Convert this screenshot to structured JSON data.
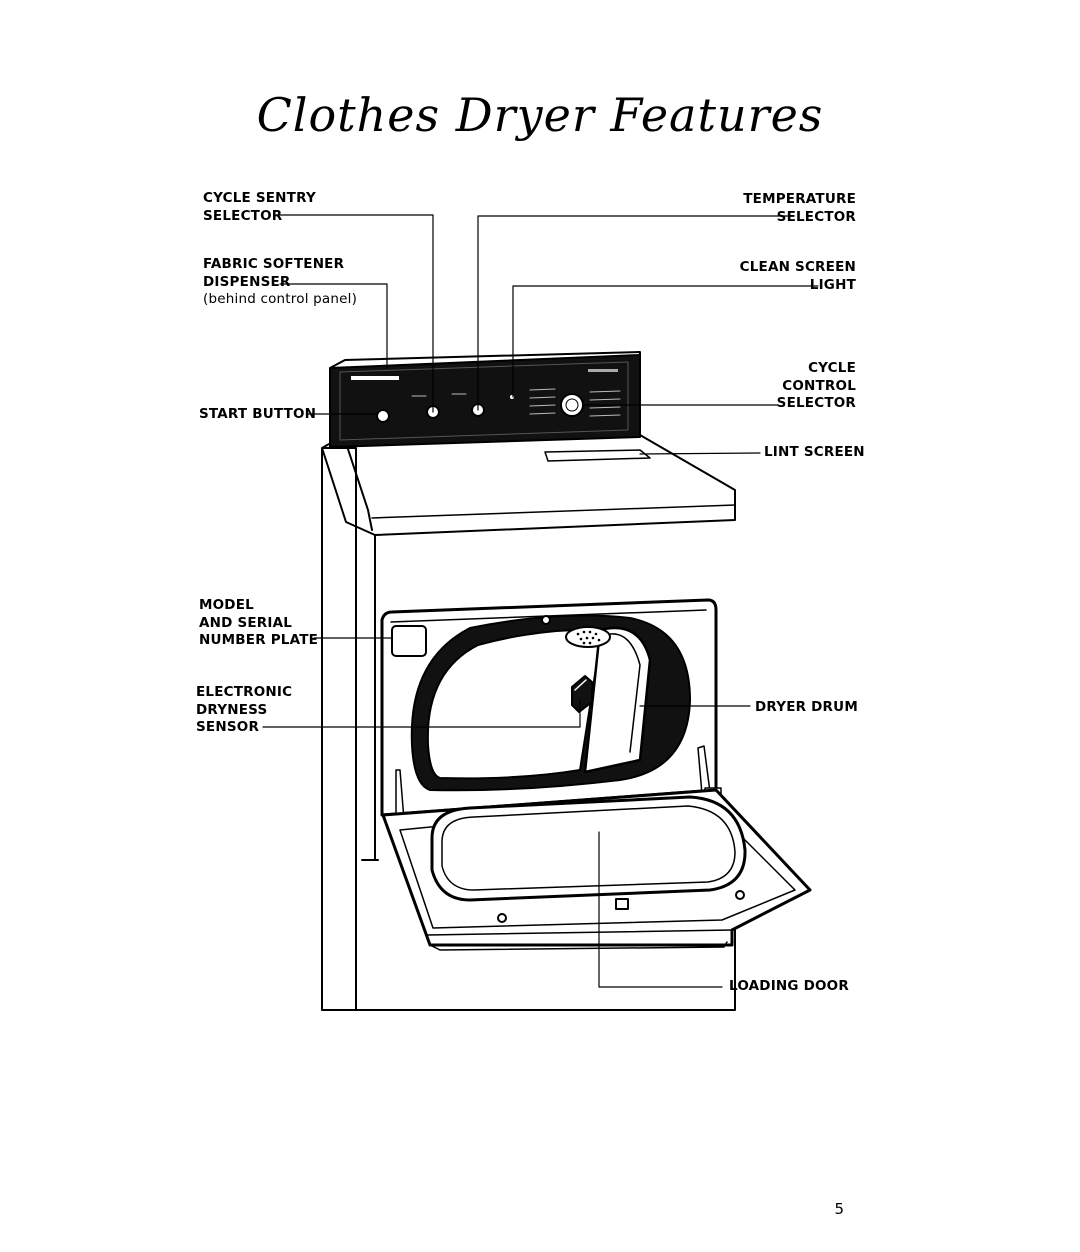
{
  "title": "Clothes Dryer Features",
  "labels": {
    "cycle_sentry": [
      "CYCLE SENTRY",
      "SELECTOR"
    ],
    "fabric_softener": [
      "FABRIC SOFTENER",
      "DISPENSER",
      "(behind control panel)"
    ],
    "start_button": "START BUTTON",
    "model_plate": [
      "MODEL",
      "AND SERIAL",
      "NUMBER PLATE"
    ],
    "dryness_sensor": [
      "ELECTRONIC",
      "DRYNESS",
      "SENSOR"
    ],
    "temperature": [
      "TEMPERATURE",
      "SELECTOR"
    ],
    "clean_screen": [
      "CLEAN SCREEN",
      "LIGHT"
    ],
    "cycle_control": [
      "CYCLE",
      "CONTROL",
      "SELECTOR"
    ],
    "lint_screen": "LINT SCREEN",
    "dryer_drum": "DRYER DRUM",
    "loading_door": "LOADING DOOR"
  },
  "page_number": "5"
}
